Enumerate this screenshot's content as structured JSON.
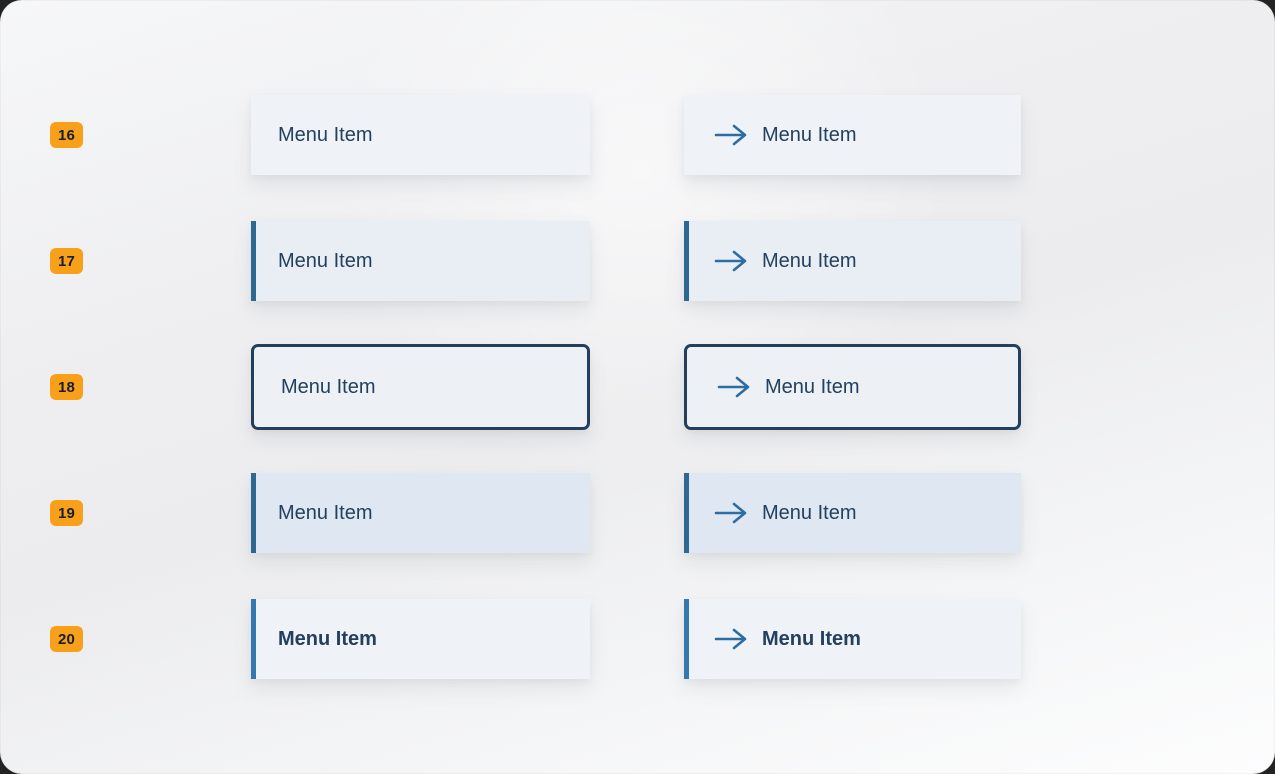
{
  "rows": [
    {
      "id": "16",
      "state": "default",
      "left": {
        "label": "Menu Item"
      },
      "right": {
        "label": "Menu Item",
        "icon": "arrow-right"
      }
    },
    {
      "id": "17",
      "state": "with-left-bar",
      "left": {
        "label": "Menu Item"
      },
      "right": {
        "label": "Menu Item",
        "icon": "arrow-right"
      }
    },
    {
      "id": "18",
      "state": "focus-outline",
      "left": {
        "label": "Menu Item"
      },
      "right": {
        "label": "Menu Item",
        "icon": "arrow-right"
      }
    },
    {
      "id": "19",
      "state": "selected-background-with-left-bar",
      "left": {
        "label": "Menu Item"
      },
      "right": {
        "label": "Menu Item",
        "icon": "arrow-right"
      }
    },
    {
      "id": "20",
      "state": "bold-selected-with-left-bar",
      "left": {
        "label": "Menu Item"
      },
      "right": {
        "label": "Menu Item",
        "icon": "arrow-right"
      }
    }
  ],
  "icons": {
    "arrow_right_glyph": "→"
  },
  "colors": {
    "badge-bg": "#F9A01B",
    "badge-text": "#161F2C",
    "text": "#24405E",
    "arrow": "#2E6DA3",
    "bar": "#2E6890",
    "bar-selected": "#3478AD",
    "focus-border": "#233F5C",
    "row16-bg": "#EFF3F7",
    "row17-bg": "#E8EEF4",
    "row18-bg": "#EDF1F6",
    "row19-bg": "#DFE8F2",
    "row20-bg": "#EFF2F6"
  }
}
